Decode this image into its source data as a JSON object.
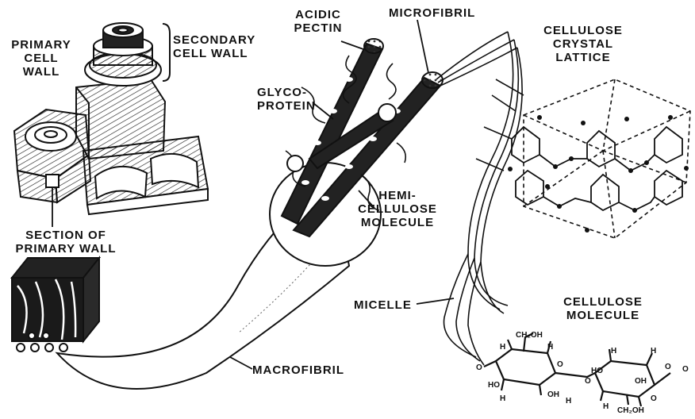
{
  "labels": {
    "primary_cell_wall": [
      "PRIMARY",
      "CELL",
      "WALL"
    ],
    "secondary_cell_wall": [
      "SECONDARY",
      "CELL WALL"
    ],
    "acidic_pectin": [
      "ACIDIC",
      "PECTIN"
    ],
    "microfibril": "MICROFIBRIL",
    "glycoprotein": [
      "GLYCO-",
      "PROTEIN"
    ],
    "hemicellulose_molecule": [
      "HEMI-",
      "CELLULOSE",
      "MOLECULE"
    ],
    "cellulose_crystal_lattice": [
      "CELLULOSE",
      "CRYSTAL",
      "LATTICE"
    ],
    "section_of_primary_wall": [
      "SECTION OF",
      "PRIMARY WALL"
    ],
    "micelle": "MICELLE",
    "cellulose_molecule": [
      "CELLULOSE",
      "MOLECULE"
    ],
    "macrofibril": "MACROFIBRIL"
  },
  "molecule_atoms": {
    "ch2oh": "CH₂OH",
    "h": "H",
    "ho": "HO",
    "oh": "OH",
    "o": "O"
  },
  "colors": {
    "ink": "#111111",
    "background": "#ffffff"
  }
}
